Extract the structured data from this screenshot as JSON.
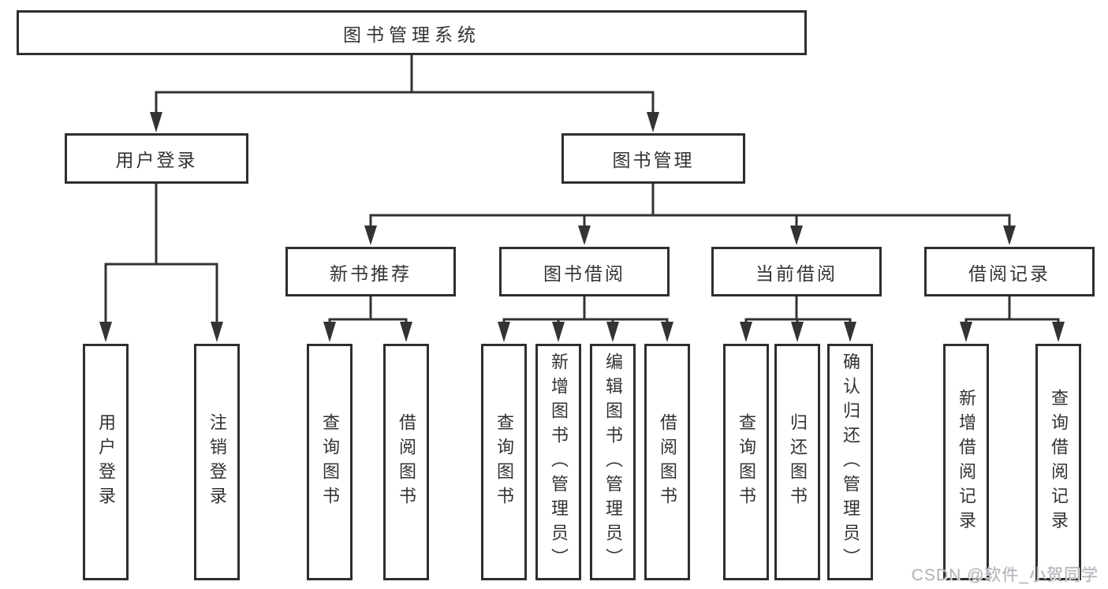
{
  "diagram_title": "图书管理系统",
  "nodes": {
    "root": "图书管理系统",
    "user_login": "用户登录",
    "book_mgmt": "图书管理",
    "new_book_rec": "新书推荐",
    "book_borrow": "图书借阅",
    "current_borrow": "当前借阅",
    "borrow_records": "借阅记录",
    "ul_login": "用户登录",
    "ul_logout": "注销登录",
    "nb_query": "查询图书",
    "nb_borrow": "借阅图书",
    "bb_query": "查询图书",
    "bb_add": "新增图书（管理员）",
    "bb_edit": "编辑图书（管理员）",
    "bb_borrow": "借阅图书",
    "cb_query": "查询图书",
    "cb_return": "归还图书",
    "cb_confirm": "确认归还（管理员）",
    "br_add": "新增借阅记录",
    "br_query": "查询借阅记录"
  },
  "hierarchy": {
    "图书管理系统": {
      "用户登录": [
        "用户登录",
        "注销登录"
      ],
      "图书管理": {
        "新书推荐": [
          "查询图书",
          "借阅图书"
        ],
        "图书借阅": [
          "查询图书",
          "新增图书（管理员）",
          "编辑图书（管理员）",
          "借阅图书"
        ],
        "当前借阅": [
          "查询图书",
          "归还图书",
          "确认归还（管理员）"
        ],
        "借阅记录": [
          "新增借阅记录",
          "查询借阅记录"
        ]
      }
    }
  },
  "watermark": "CSDN @软件_小贺同学",
  "colors": {
    "line": "#333333",
    "box_border": "#2e2e2e",
    "text": "#333333",
    "watermark": "#b0b3b8",
    "background": "#ffffff"
  }
}
